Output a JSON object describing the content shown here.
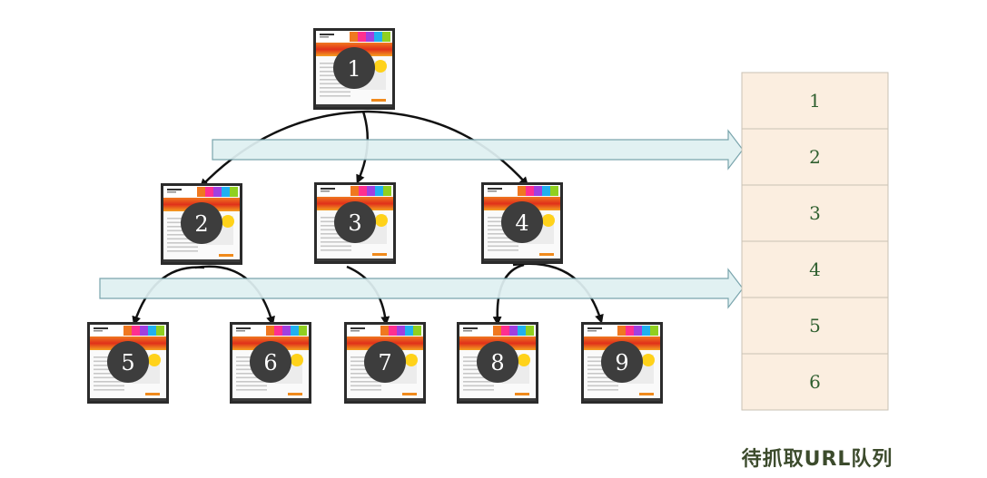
{
  "nodes": [
    {
      "id": "1",
      "label": "1"
    },
    {
      "id": "2",
      "label": "2"
    },
    {
      "id": "3",
      "label": "3"
    },
    {
      "id": "4",
      "label": "4"
    },
    {
      "id": "5",
      "label": "5"
    },
    {
      "id": "6",
      "label": "6"
    },
    {
      "id": "7",
      "label": "7"
    },
    {
      "id": "8",
      "label": "8"
    },
    {
      "id": "9",
      "label": "9"
    }
  ],
  "edges": [
    [
      "1",
      "2"
    ],
    [
      "1",
      "3"
    ],
    [
      "1",
      "4"
    ],
    [
      "2",
      "5"
    ],
    [
      "2",
      "6"
    ],
    [
      "3",
      "7"
    ],
    [
      "4",
      "8"
    ],
    [
      "4",
      "9"
    ]
  ],
  "queue": {
    "items": [
      "1",
      "2",
      "3",
      "4",
      "5",
      "6"
    ],
    "label": "待抓取URL队列"
  },
  "colors": {
    "arrow_fill": "#dff0f2",
    "arrow_stroke": "#6f9ea6",
    "queue_fill": "#fbeee0",
    "queue_stroke": "#c9c2b4",
    "node_circle": "#3d3d3d",
    "edge": "#111111"
  }
}
